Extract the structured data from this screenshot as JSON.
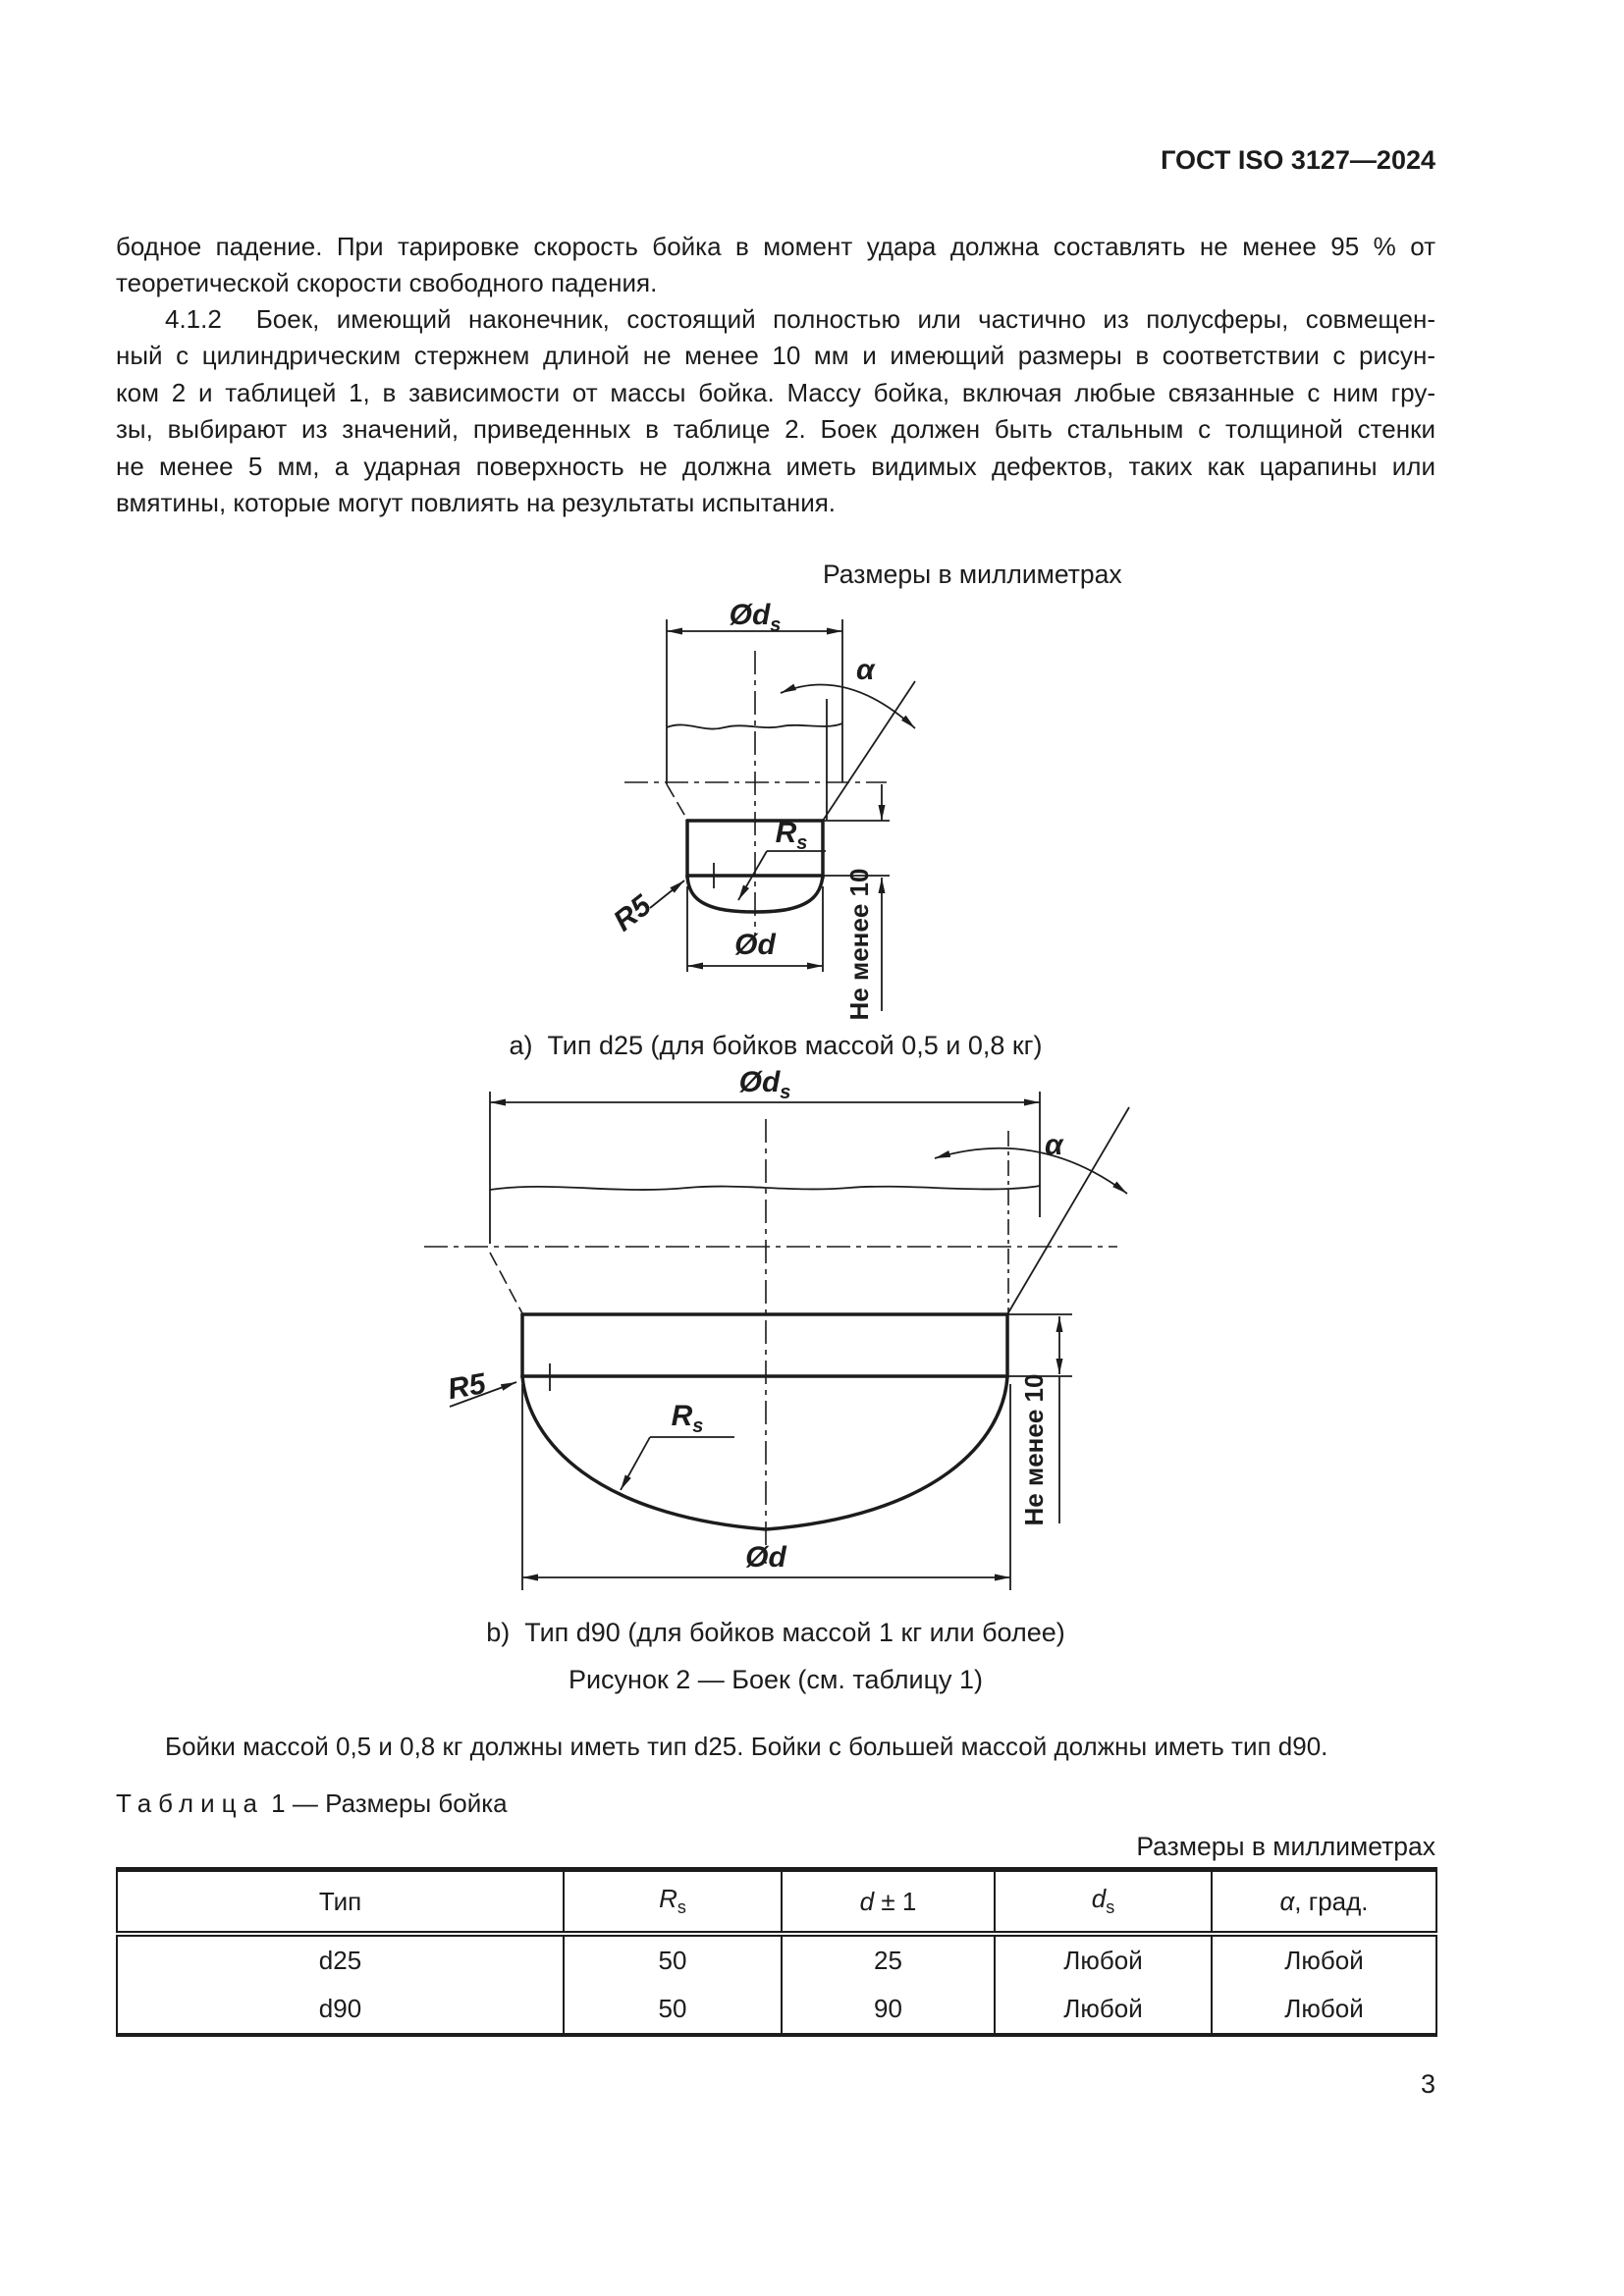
{
  "header": {
    "title": "ГОСТ ISO 3127—2024"
  },
  "paragraphs": {
    "p1_lines": [
      "бодное падение. При тарировке скорость бойка в момент удара должна составлять не менее 95 % от",
      "теоретической скорости свободного падения."
    ],
    "p2_lines": [
      "4.1.2  Боек, имеющий наконечник, состоящий полностью или частично из полусферы, совмещен-",
      "ный с цилиндрическим стержнем длиной не менее 10 мм и имеющий размеры в соответствии с рисун-",
      "ком 2 и таблицей 1, в зависимости от массы бойка. Массу бойка, включая любые связанные с ним гру-",
      "зы, выбирают из значений, приведенных в таблице 2. Боек должен быть стальным с толщиной стенки",
      "не менее 5 мм, а ударная поверхность не должна иметь видимых дефектов, таких как царапины или",
      "вмятины, которые могут повлиять на результаты испытания."
    ],
    "p3": "Бойки массой 0,5 и 0,8 кг должны иметь тип d25. Бойки с большей массой должны иметь тип d90."
  },
  "figure": {
    "units_note": "Размеры в миллиметрах",
    "caption_a": "a)  Тип d25 (для бойков массой 0,5 и 0,8 кг)",
    "caption_b": "b)  Тип d90 (для бойков массой 1 кг или более)",
    "caption": "Рисунок 2 — Боек (см. таблицу 1)",
    "labels": {
      "dia": "Ø",
      "d_main": "d",
      "s_sub": "s",
      "alpha": "α",
      "r_main": "R",
      "r5": "R5",
      "min10": "Не менее 10"
    }
  },
  "table": {
    "title_word": "Таблица",
    "title_rest": " 1 — Размеры бойка",
    "units_note": "Размеры в миллиметрах",
    "columns": [
      {
        "label": "Тип",
        "italic": false
      },
      {
        "label": "R",
        "sub": "s",
        "italic": true
      },
      {
        "label": "d",
        "suffix": " ± 1",
        "italic": true
      },
      {
        "label": "d",
        "sub": "s",
        "italic": true
      },
      {
        "label": "α",
        "suffix": ", град.",
        "italic": true
      }
    ],
    "rows": [
      [
        "d25",
        "50",
        "25",
        "Любой",
        "Любой"
      ],
      [
        "d90",
        "50",
        "90",
        "Любой",
        "Любой"
      ]
    ]
  },
  "page": {
    "number": "3"
  }
}
